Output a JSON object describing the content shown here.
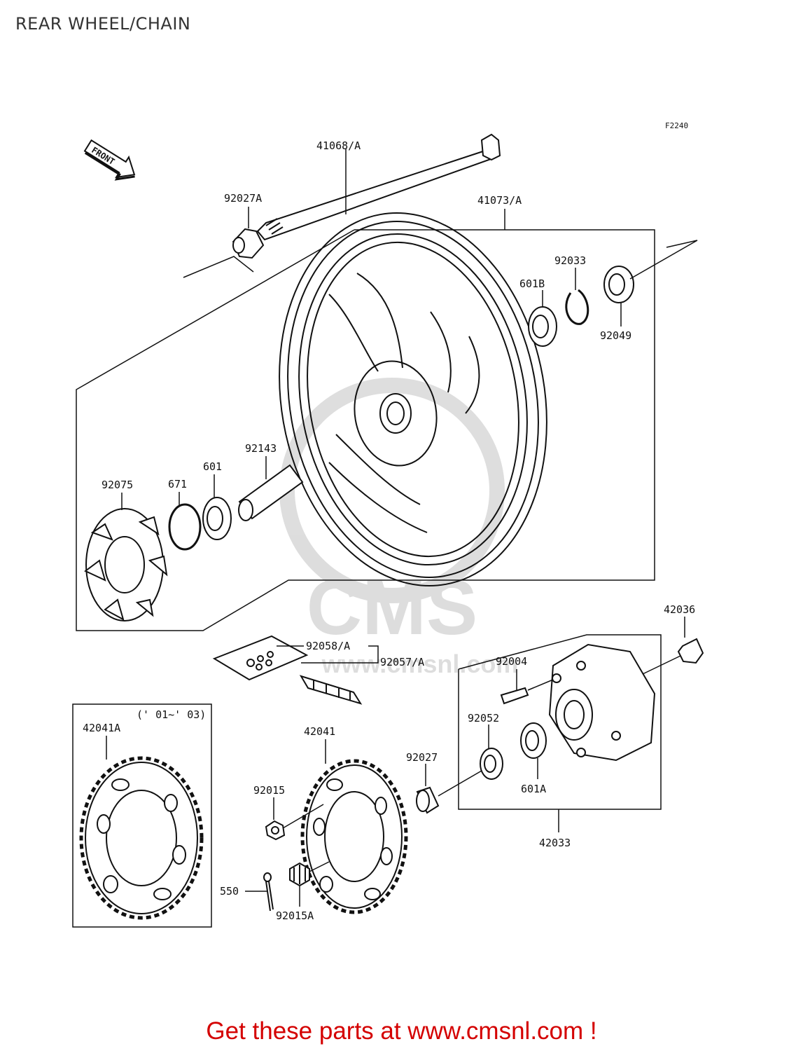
{
  "page": {
    "title": "REAR WHEEL/CHAIN"
  },
  "diagram": {
    "figure_code": "F2240",
    "front_arrow_label": "FRONT",
    "date_range_note": "(' 01~' 03)",
    "watermark": {
      "logo_text": "CMS",
      "url_text": "www.cmsnl.com"
    },
    "part_labels": {
      "axle": "41068/A",
      "axle_collar": "92027A",
      "wheel_assy": "41073/A",
      "circlip": "92033",
      "bearing_601b": "601B",
      "oil_seal_92049": "92049",
      "spacer_tube": "92143",
      "bearing_601": "601",
      "o_ring": "671",
      "damper": "92075",
      "chain_link": "92058/A",
      "drive_chain": "92057/A",
      "nut_cap": "42036",
      "stud": "92004",
      "oil_seal_92052": "92052",
      "bearing_601a": "601A",
      "collar_92027": "92027",
      "coupling_assy": "42033",
      "sprocket_alt": "42041A",
      "sprocket": "42041",
      "nut_92015": "92015",
      "nut_92015a": "92015A",
      "cotter_pin": "550"
    }
  },
  "footer": {
    "cta": "Get these parts at www.cmsnl.com !",
    "cta_color": "#d40000"
  }
}
